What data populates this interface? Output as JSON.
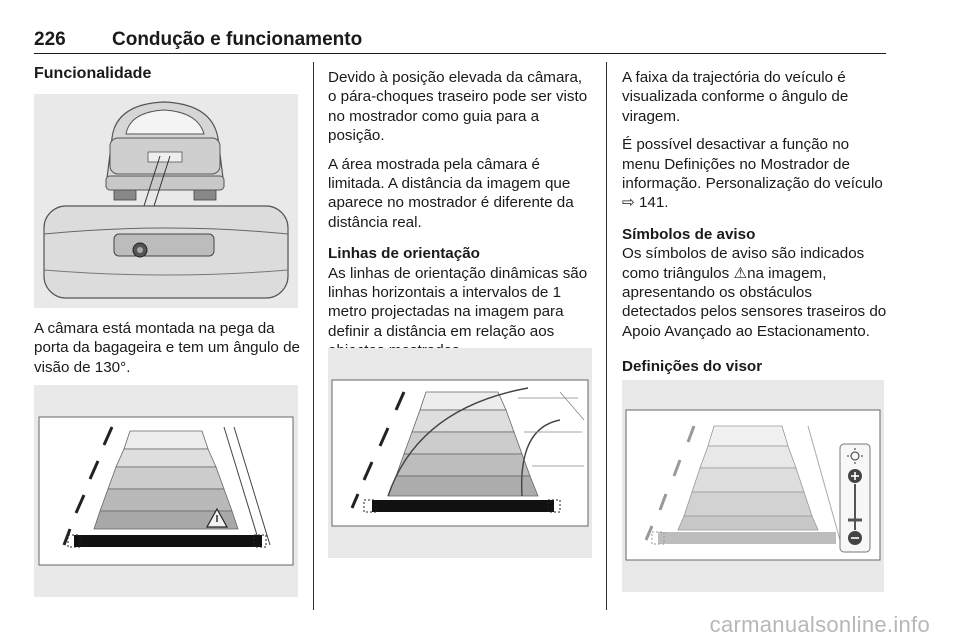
{
  "header": {
    "page_number": "226",
    "title": "Condução e funcionamento"
  },
  "col1": {
    "heading": "Funcionalidade",
    "para1": "A câmara está montada na pega da porta da bagageira e tem um ângulo de visão de 130°."
  },
  "col2": {
    "para1": "Devido à posição elevada da câmara, o pára-choques traseiro pode ser visto no mostrador como guia para a posição.",
    "para2": "A área mostrada pela câmara é limitada. A distância da imagem que aparece no mostrador é diferente da distância real.",
    "heading": "Linhas de orientação",
    "para3": "As linhas de orientação dinâmicas são linhas horizontais a intervalos de 1 metro projectadas na imagem para definir a distância em relação aos objectos mostrados."
  },
  "col3": {
    "para1": "A faixa da trajectória do veículo é visualizada conforme o ângulo de viragem.",
    "para2_a": "É possível desactivar a função no menu Definições no Mostrador de informação. Personalização do veículo ",
    "para2_ref_icon": "page-reference-arrow",
    "para2_ref_glyph": "⇨",
    "para2_b": " 141.",
    "heading1": "Símbolos de aviso",
    "para3_a": "Os símbolos de aviso são indicados como triângulos ",
    "warning_glyph": "⚠",
    "para3_b": "na imagem, apresentando os obstáculos detectados pelos sensores traseiros do Apoio Avançado ao Estacionamento.",
    "heading2": "Definições do visor"
  },
  "footer": {
    "watermark": "carmanualsonline.info"
  },
  "colors": {
    "text": "#1a1a1a",
    "figure_bg": "#e9e9e9",
    "watermark": "#b7b7b7"
  }
}
